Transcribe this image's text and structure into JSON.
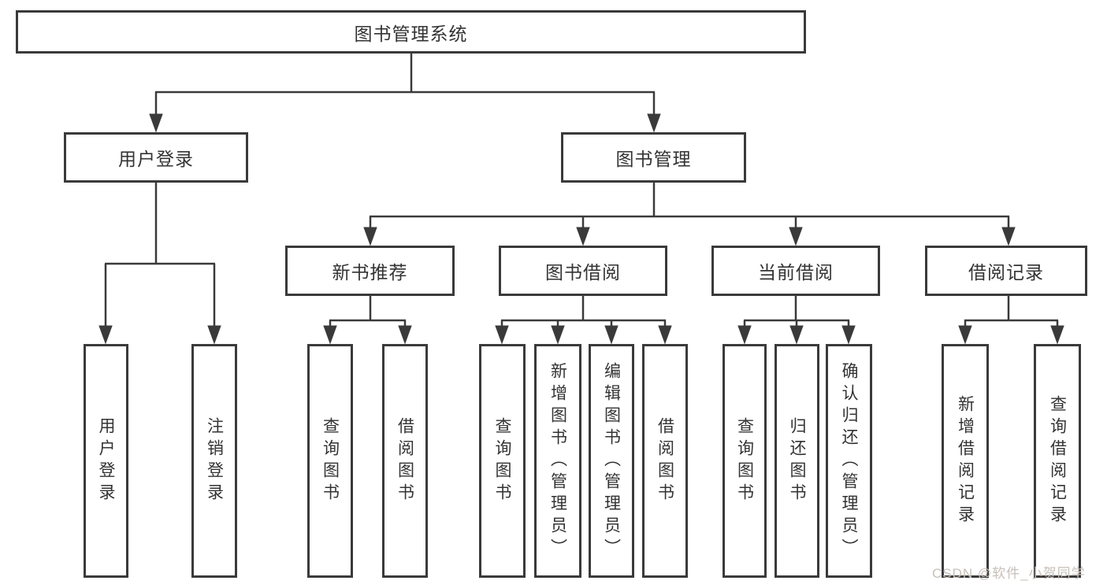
{
  "diagram": {
    "root": {
      "label": "图书管理系统"
    },
    "level2": [
      {
        "id": "user-login",
        "label": "用户登录"
      },
      {
        "id": "book-management",
        "label": "图书管理"
      }
    ],
    "level3": [
      {
        "id": "new-book-recommend",
        "label": "新书推荐",
        "parent": "图书管理"
      },
      {
        "id": "book-borrow",
        "label": "图书借阅",
        "parent": "图书管理"
      },
      {
        "id": "current-borrow",
        "label": "当前借阅",
        "parent": "图书管理"
      },
      {
        "id": "borrow-records",
        "label": "借阅记录",
        "parent": "图书管理"
      }
    ],
    "leaves": [
      {
        "parent": "用户登录",
        "label": "用户登录"
      },
      {
        "parent": "用户登录",
        "label": "注销登录"
      },
      {
        "parent": "新书推荐",
        "label": "查询图书"
      },
      {
        "parent": "新书推荐",
        "label": "借阅图书"
      },
      {
        "parent": "图书借阅",
        "label": "查询图书"
      },
      {
        "parent": "图书借阅",
        "label": "新增图书（管理员）"
      },
      {
        "parent": "图书借阅",
        "label": "编辑图书（管理员）"
      },
      {
        "parent": "图书借阅",
        "label": "借阅图书"
      },
      {
        "parent": "当前借阅",
        "label": "查询图书"
      },
      {
        "parent": "当前借阅",
        "label": "归还图书"
      },
      {
        "parent": "当前借阅",
        "label": "确认归还（管理员）"
      },
      {
        "parent": "借阅记录",
        "label": "新增借阅记录"
      },
      {
        "parent": "借阅记录",
        "label": "查询借阅记录"
      }
    ]
  },
  "watermark": {
    "text": "CSDN @软件_小贺同学"
  },
  "colors": {
    "line": "#3a3a3a",
    "box_border": "#3a3a3a",
    "background": "#ffffff",
    "text": "#333333",
    "watermark": "#c7c0b9"
  }
}
